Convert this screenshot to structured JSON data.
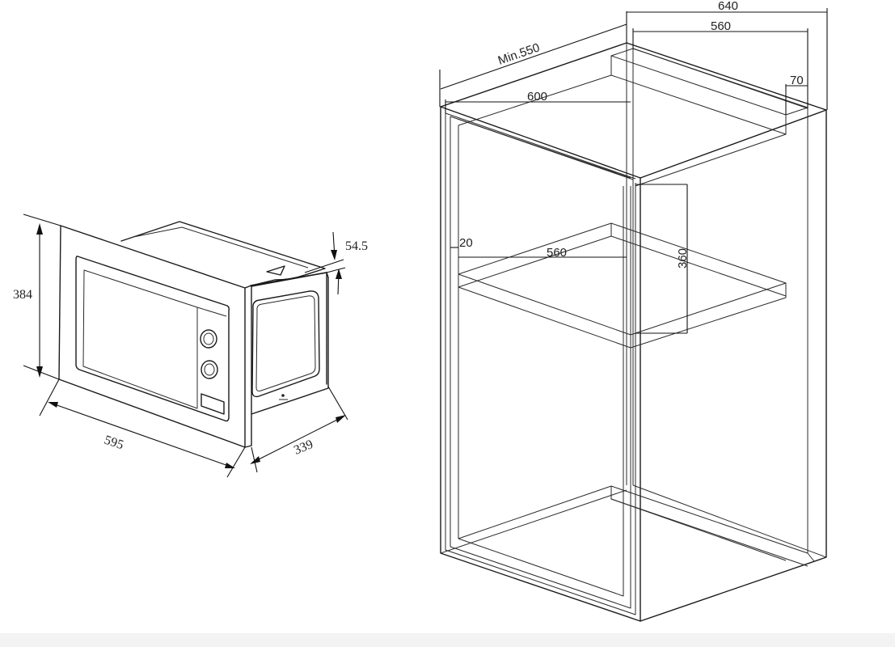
{
  "microwave": {
    "height": "384",
    "width": "595",
    "depth": "339",
    "top_offset": "54.5"
  },
  "cabinet": {
    "min_depth": "Min.550",
    "outer_width": "640",
    "inner_width_top": "560",
    "back_gap": "70",
    "front_width": "600",
    "side_gap": "20",
    "shelf_width": "560",
    "opening_height": "360"
  }
}
